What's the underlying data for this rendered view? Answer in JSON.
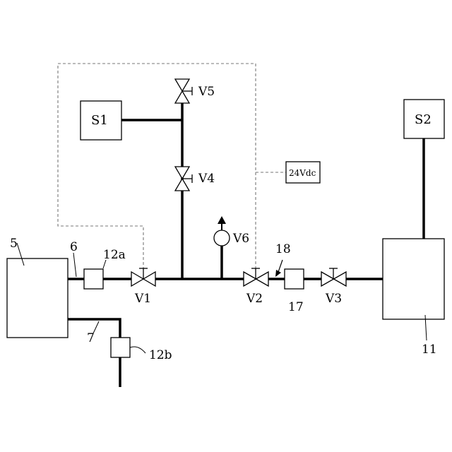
{
  "labels": {
    "tank_5": "5",
    "pipe_6": "6",
    "pipe_7": "7",
    "filter_12a": "12a",
    "filter_12b": "12b",
    "valve_v1": "V1",
    "valve_v2": "V2",
    "valve_v3": "V3",
    "valve_v4": "V4",
    "valve_v5": "V5",
    "valve_v6": "V6",
    "sensor_s1": "S1",
    "sensor_s2": "S2",
    "power_supply": "24Vdc",
    "point_18": "18",
    "component_17": "17",
    "vessel_11": "11"
  }
}
